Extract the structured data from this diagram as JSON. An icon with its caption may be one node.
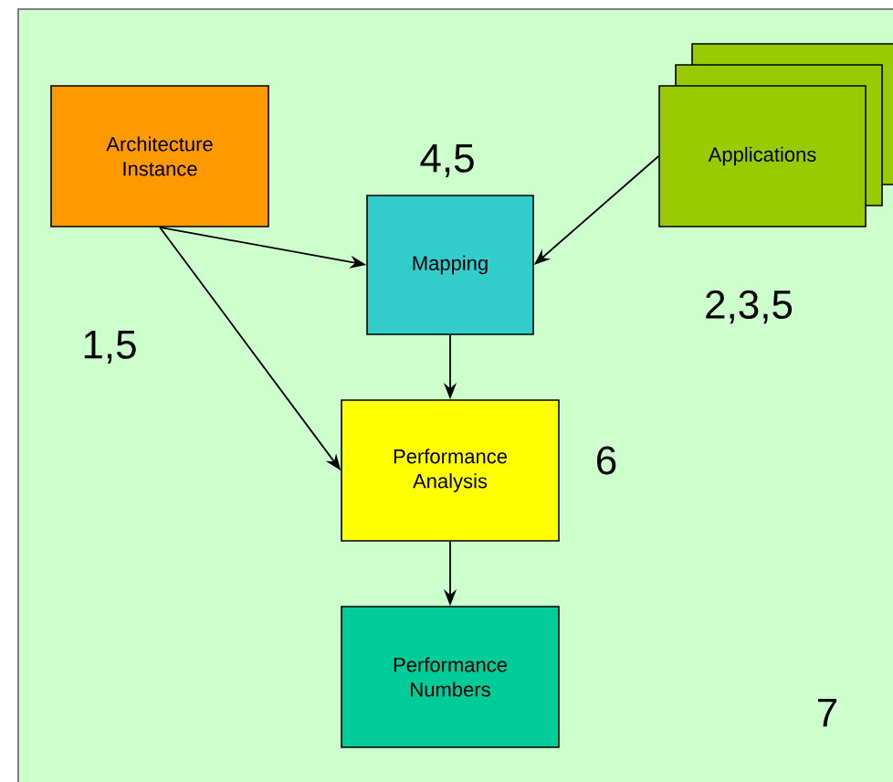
{
  "diagram": {
    "nodes": [
      {
        "text": [
          "Architecture Instance"
        ]
      },
      {
        "text": [
          "Mapping"
        ],
        "beside": [
          "4,5"
        ]
      },
      {
        "text": [
          "Applications"
        ]
      },
      {
        "text": [
          "Performance Analysis"
        ],
        "beside": [
          "6"
        ]
      },
      {
        "text": [
          "Performance Numbers"
        ]
      }
    ],
    "edges": [
      {
        "from": 0,
        "to": 1,
        "arrow": "to"
      },
      {
        "from": 0,
        "to": 3,
        "arrow": "to"
      },
      {
        "from": 2,
        "to": 1,
        "arrow": "to"
      },
      {
        "from": 1,
        "to": 3,
        "arrow": "to"
      },
      {
        "from": 3,
        "to": 4,
        "arrow": "to"
      }
    ],
    "labels": [
      "1,5",
      "2,3,5",
      "7"
    ]
  }
}
